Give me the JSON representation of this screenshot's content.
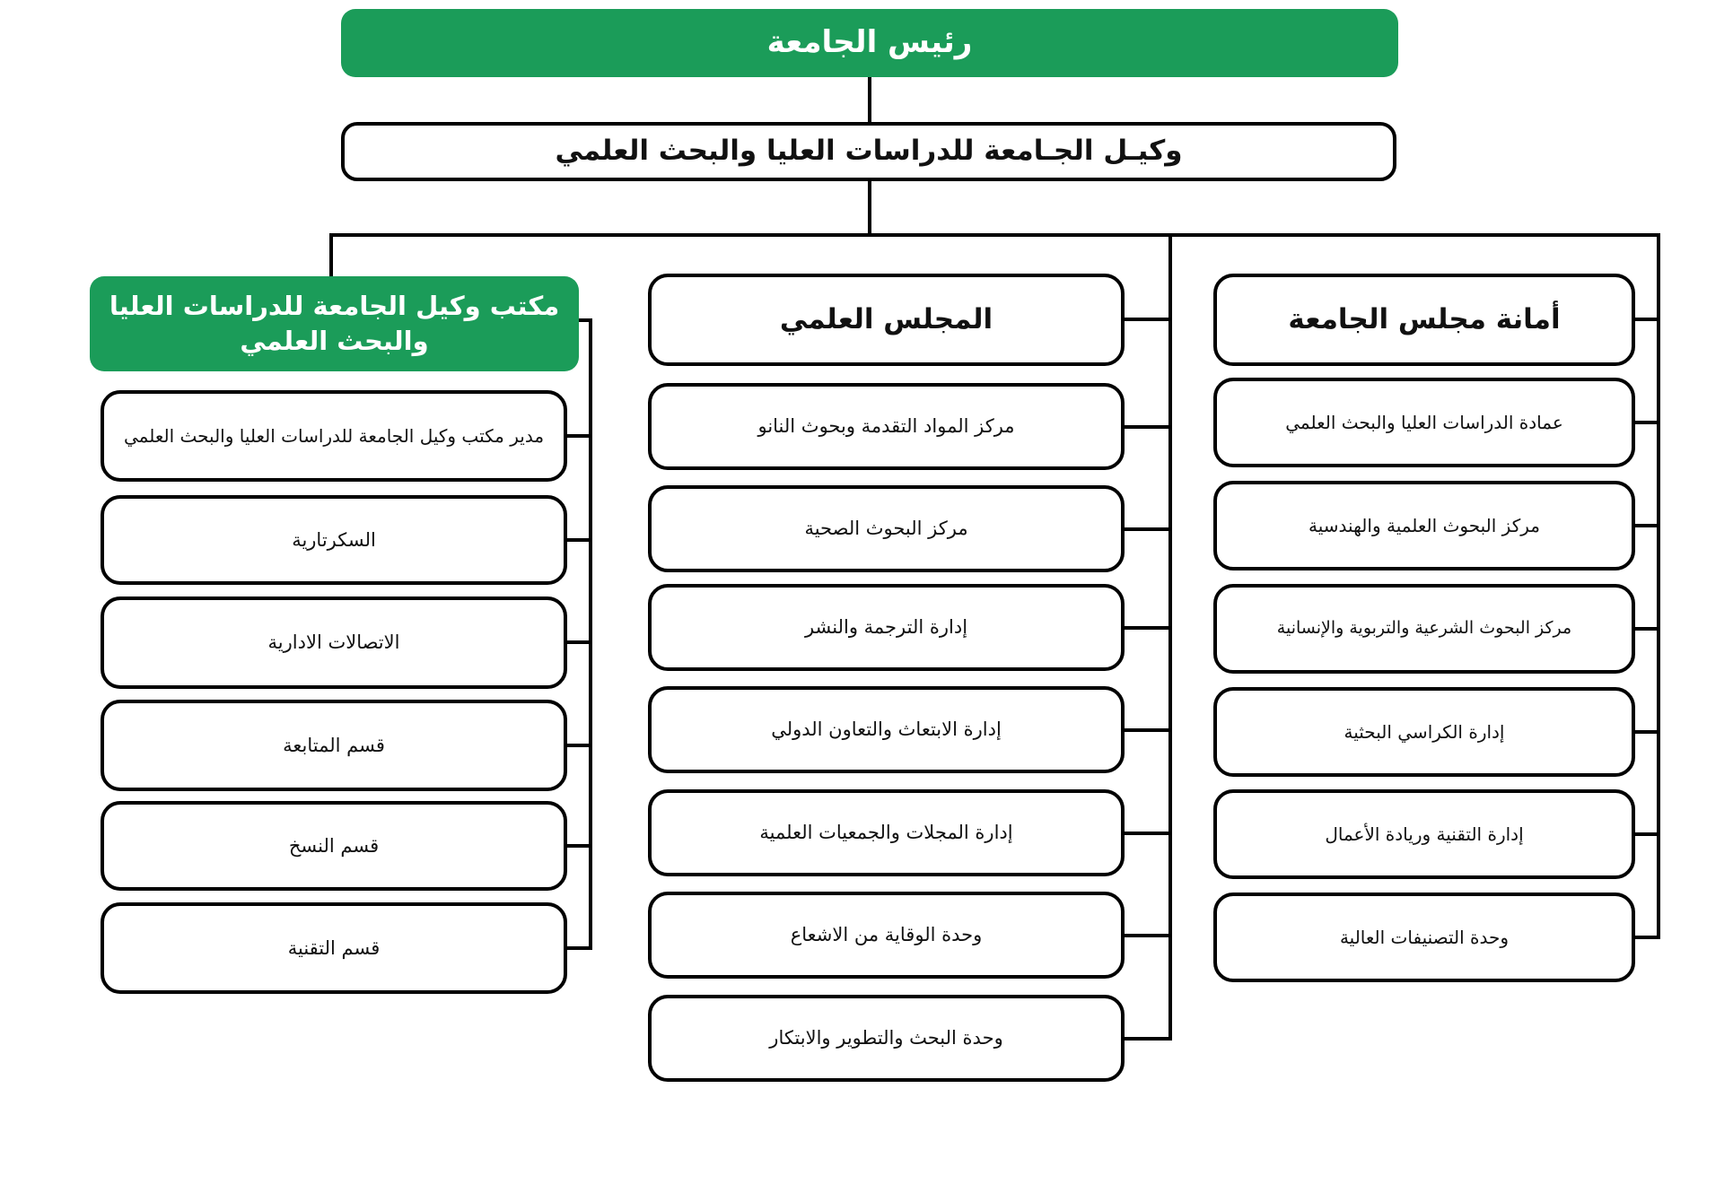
{
  "root": {
    "label": "رئيس الجامعة"
  },
  "vice": {
    "label": "وكيـل الجـامعة للدراسات العليا والبحث العلمي"
  },
  "columns": [
    {
      "header": "مكتب وكيل الجامعة للدراسات العليا والبحث العلمي",
      "header_color": "green",
      "items": [
        "مدير مكتب وكيل الجامعة للدراسات العليا والبحث العلمي",
        "السكرتارية",
        "الاتصالات الادارية",
        "قسم المتابعة",
        "قسم النسخ",
        "قسم التقنية"
      ]
    },
    {
      "header": "المجلس العلمي",
      "header_color": "white",
      "items": [
        "مركز المواد التقدمة وبحوث النانو",
        "مركز البحوث الصحية",
        "إدارة الترجمة والنشر",
        "إدارة الابتعاث والتعاون الدولي",
        "إدارة المجلات والجمعيات العلمية",
        "وحدة الوقاية من الاشعاع",
        "وحدة البحث والتطوير والابتكار"
      ]
    },
    {
      "header": "أمانة مجلس الجامعة",
      "header_color": "white",
      "items": [
        "عمادة الدراسات العليا والبحث العلمي",
        "مركز البحوث العلمية والهندسية",
        "مركز البحوث الشرعية والتربوية والإنسانية",
        "إدارة الكراسي البحثية",
        "إدارة التقنية وريادة الأعمال",
        "وحدة التصنيفات العالية"
      ]
    }
  ],
  "colors": {
    "accent_green": "#1b9c59",
    "line": "#000000",
    "box_background": "#ffffff",
    "box_border": "#000000"
  }
}
